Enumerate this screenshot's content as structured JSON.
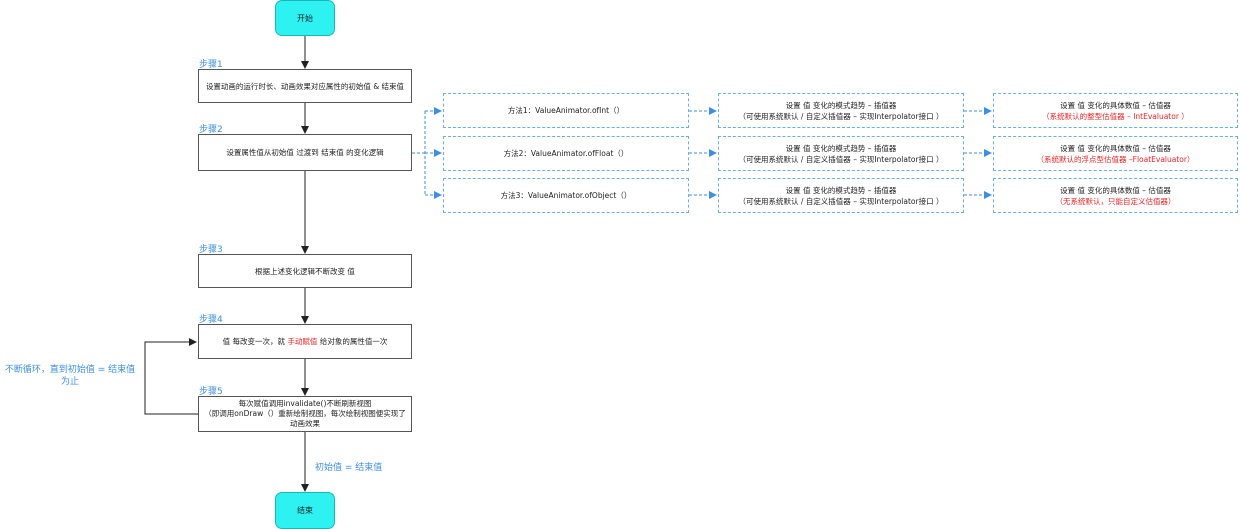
{
  "colors": {
    "accent": "#3d8fe0",
    "terminal": "#2ef2f2",
    "highlight": "#ee2222",
    "dashed": "#6aaee8"
  },
  "start": "开始",
  "end": "结束",
  "steps": [
    {
      "label": "步骤1",
      "text": "设置动画的运行时长、动画效果对应属性的初始值 & 结束值"
    },
    {
      "label": "步骤2",
      "text": "设置属性值从初始值 过渡到 结束值 的变化逻辑"
    },
    {
      "label": "步骤3",
      "text": "根据上述变化逻辑不断改变 值"
    },
    {
      "label": "步骤4",
      "text_before": "值 每改变一次，就 ",
      "text_highlight": "手动赋值",
      "text_after": " 给对象的属性值一次"
    },
    {
      "label": "步骤5",
      "lines": [
        "每次赋值调用invalidate()不断刷新视图",
        "（即调用onDraw（）重新绘制视图，每次绘制视图便实现了",
        "动画效果"
      ]
    }
  ],
  "methods": [
    {
      "method": "方法1：ValueAnimator.ofInt（）",
      "interp": [
        "设置 值 变化的模式趋势 – 插值器",
        "（可使用系统默认 / 自定义插值器 – 实现Interpolator接口 ）"
      ],
      "eval_title": "设置 值 变化的具体数值 – 估值器",
      "eval_note": "（系统默认的整型估值器 – IntEvaluator ）"
    },
    {
      "method": "方法2：ValueAnimator.ofFloat（）",
      "interp": [
        "设置 值 变化的模式趋势 – 插值器",
        "（可使用系统默认 / 自定义插值器 – 实现Interpolator接口 ）"
      ],
      "eval_title": "设置 值 变化的具体数值 – 估值器",
      "eval_note": "（系统默认的浮点型估值器 –FloatEvaluator）"
    },
    {
      "method": "方法3：ValueAnimator.ofObject（）",
      "interp": [
        "设置 值 变化的模式趋势 – 插值器",
        "（可使用系统默认 / 自定义插值器 – 实现Interpolator接口 ）"
      ],
      "eval_title": "设置 值 变化的具体数值 – 估值器",
      "eval_note": "（无系统默认，只能自定义估值器）"
    }
  ],
  "loop_note": [
    "不断循环，直到初始值 = 结束值",
    "为止"
  ],
  "end_condition": "初始值 = 结束值"
}
